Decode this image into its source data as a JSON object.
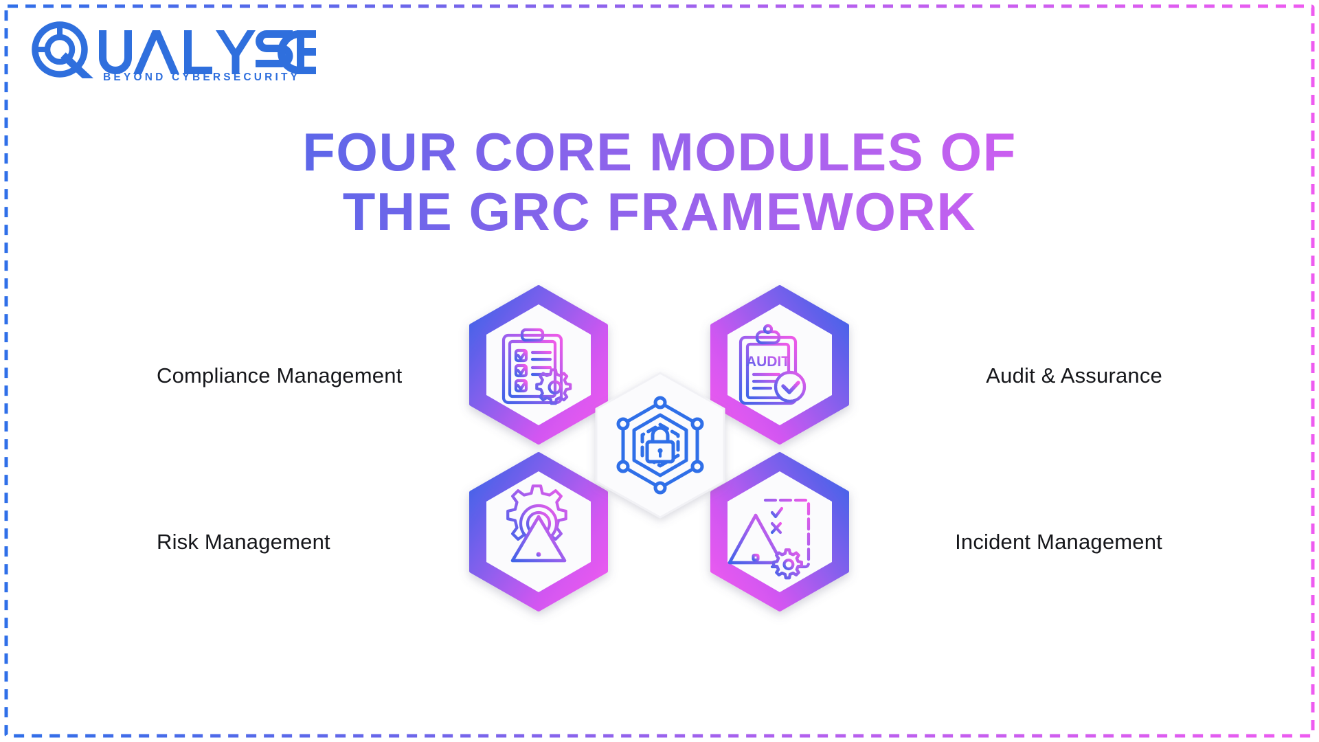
{
  "brand": {
    "name": "QUALYSEC",
    "tagline": "BEYOND CYBERSECURITY",
    "logo_color": "#2f6fdd",
    "logo_icon": "magnifier-q-icon"
  },
  "title": {
    "line1": "FOUR CORE MODULES OF",
    "line2": "THE GRC FRAMEWORK",
    "gradient_from": "#2f6fe8",
    "gradient_to": "#ee5bf0"
  },
  "frame": {
    "style": "dashed",
    "gradient_from": "#2f6fe8",
    "gradient_to": "#ee5bf0"
  },
  "center": {
    "icon": "network-lock-hexagon-icon",
    "color": "#2f6fe8"
  },
  "modules": [
    {
      "label": "Compliance Management",
      "icon": "clipboard-checklist-gear-icon",
      "side": "left",
      "row": "top"
    },
    {
      "label": "Audit & Assurance",
      "icon": "clipboard-audit-check-icon",
      "icon_text": "AUDIT",
      "side": "right",
      "row": "top"
    },
    {
      "label": "Risk Management",
      "icon": "gear-warning-triangle-icon",
      "side": "left",
      "row": "bottom"
    },
    {
      "label": "Incident Management",
      "icon": "warning-document-gear-icon",
      "side": "right",
      "row": "bottom"
    }
  ],
  "palette": {
    "hex_gradient_start": "#4a63e8",
    "hex_gradient_end": "#ee5bf0",
    "card_bg": "#ffffff",
    "text": "#15161a",
    "background": "#ffffff"
  }
}
